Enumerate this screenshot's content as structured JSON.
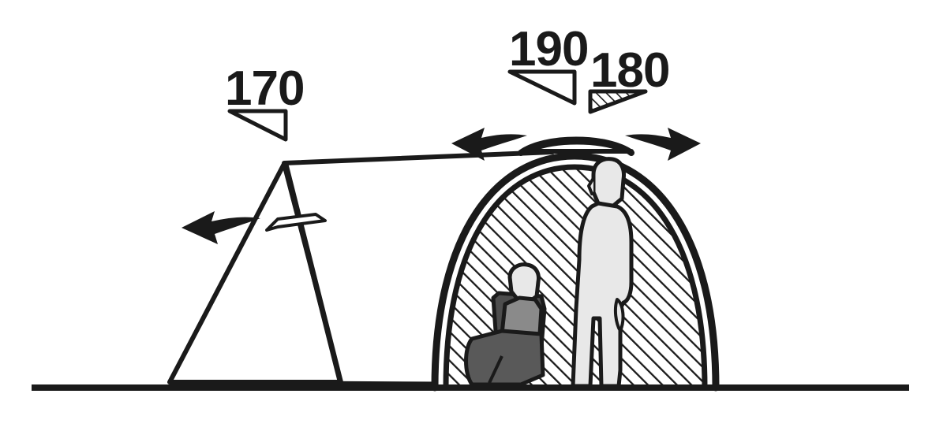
{
  "diagram": {
    "title": "Tent cross-section height diagram",
    "subject": "tunnel-dome-tent",
    "ground_label": "ground-line",
    "colors": {
      "ink": "#1a1a1a",
      "outline": "#1a1a1a",
      "background": "#ffffff",
      "hatch_fill": "#ffffff",
      "figure_light": "#e8e8e8",
      "figure_medium": "#8a8a8a",
      "figure_dark": "#595959",
      "chair_dark": "#4d4d4d"
    }
  },
  "measurements": [
    {
      "id": "vestibule-height",
      "value": "170",
      "unit_implied": "cm",
      "marker": "plain-triangle",
      "marker_orientation": "right-angle-right",
      "location": "left-vestibule"
    },
    {
      "id": "dome-peak-height",
      "value": "190",
      "unit_implied": "cm",
      "marker": "plain-triangle",
      "marker_orientation": "right-angle-right",
      "location": "dome-apex"
    },
    {
      "id": "inner-tent-height",
      "value": "180",
      "unit_implied": "cm",
      "marker": "hatched-triangle",
      "marker_orientation": "right-angle-left",
      "location": "inner-tent"
    }
  ],
  "arrows": [
    {
      "id": "arrow-vestibule-left",
      "direction": "left",
      "meaning": "vestibule-extension"
    },
    {
      "id": "arrow-dome-left",
      "direction": "left",
      "meaning": "dome-width-expansion"
    },
    {
      "id": "arrow-dome-right",
      "direction": "right",
      "meaning": "dome-width-expansion"
    }
  ],
  "figures": [
    {
      "id": "seated-person",
      "pose": "seated-reclining-in-chair",
      "tone": "dark-gray",
      "location": "inner-tent-left"
    },
    {
      "id": "standing-person",
      "pose": "standing-upright",
      "tone": "light-gray",
      "location": "inner-tent-center"
    }
  ],
  "structures": [
    {
      "id": "vestibule-canopy",
      "type": "triangular-awning",
      "fill": "white"
    },
    {
      "id": "dome-outer-fly",
      "type": "double-wall-arc",
      "fill": "white"
    },
    {
      "id": "dome-inner-tent",
      "type": "hatched-arc",
      "fill": "diagonal-hatch"
    },
    {
      "id": "apex-vent-cap",
      "type": "lens-arc",
      "fill": "white"
    }
  ]
}
